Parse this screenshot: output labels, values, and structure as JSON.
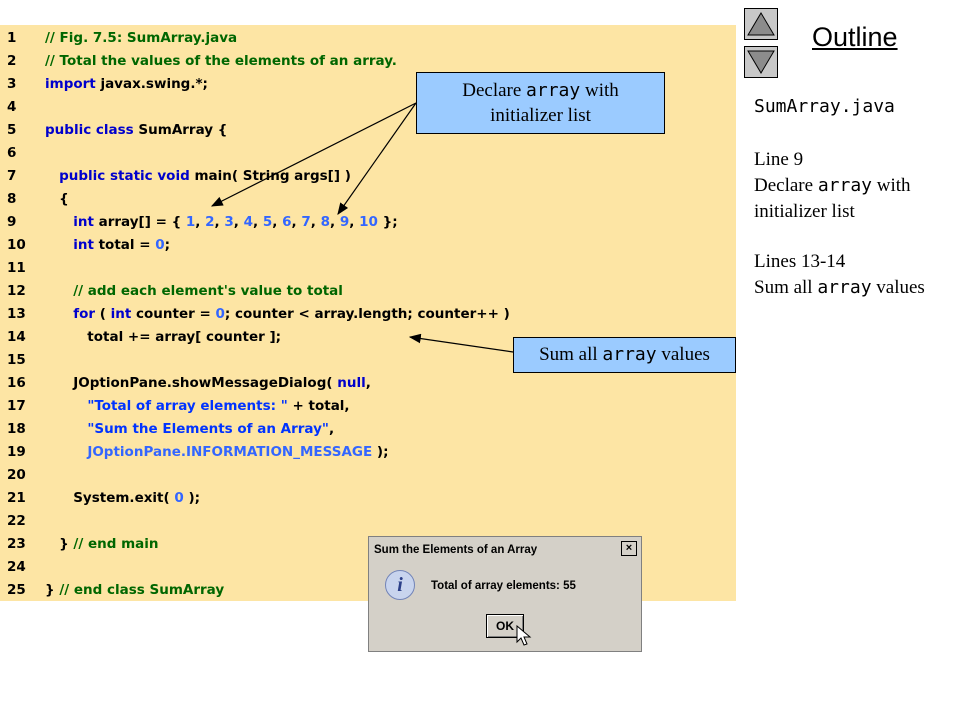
{
  "code": {
    "lines": [
      {
        "n": "1",
        "parts": [
          {
            "t": "// Fig. 7.5: SumArray.java",
            "c": "cm"
          }
        ]
      },
      {
        "n": "2",
        "parts": [
          {
            "t": "// Total the values of the elements of an array.",
            "c": "cm"
          }
        ]
      },
      {
        "n": "3",
        "parts": [
          {
            "t": "import",
            "c": "kw"
          },
          {
            "t": " javax.swing.*;",
            "c": "tx"
          }
        ]
      },
      {
        "n": "4",
        "parts": []
      },
      {
        "n": "5",
        "parts": [
          {
            "t": "public class",
            "c": "kw"
          },
          {
            "t": " SumArray {",
            "c": "tx"
          }
        ]
      },
      {
        "n": "6",
        "parts": []
      },
      {
        "n": "7",
        "parts": [
          {
            "t": "   ",
            "c": "tx"
          },
          {
            "t": "public static void",
            "c": "kw"
          },
          {
            "t": " main( String args[] )",
            "c": "tx"
          }
        ]
      },
      {
        "n": "8",
        "parts": [
          {
            "t": "   {",
            "c": "tx"
          }
        ]
      },
      {
        "n": "9",
        "parts": [
          {
            "t": "      ",
            "c": "tx"
          },
          {
            "t": "int",
            "c": "kw"
          },
          {
            "t": " array[] = { ",
            "c": "tx"
          },
          {
            "t": "1",
            "c": "nm"
          },
          {
            "t": ", ",
            "c": "tx"
          },
          {
            "t": "2",
            "c": "nm"
          },
          {
            "t": ", ",
            "c": "tx"
          },
          {
            "t": "3",
            "c": "nm"
          },
          {
            "t": ", ",
            "c": "tx"
          },
          {
            "t": "4",
            "c": "nm"
          },
          {
            "t": ", ",
            "c": "tx"
          },
          {
            "t": "5",
            "c": "nm"
          },
          {
            "t": ", ",
            "c": "tx"
          },
          {
            "t": "6",
            "c": "nm"
          },
          {
            "t": ", ",
            "c": "tx"
          },
          {
            "t": "7",
            "c": "nm"
          },
          {
            "t": ", ",
            "c": "tx"
          },
          {
            "t": "8",
            "c": "nm"
          },
          {
            "t": ", ",
            "c": "tx"
          },
          {
            "t": "9",
            "c": "nm"
          },
          {
            "t": ", ",
            "c": "tx"
          },
          {
            "t": "10",
            "c": "nm"
          },
          {
            "t": " };",
            "c": "tx"
          }
        ]
      },
      {
        "n": "10",
        "parts": [
          {
            "t": "      ",
            "c": "tx"
          },
          {
            "t": "int",
            "c": "kw"
          },
          {
            "t": " total = ",
            "c": "tx"
          },
          {
            "t": "0",
            "c": "nm"
          },
          {
            "t": ";",
            "c": "tx"
          }
        ]
      },
      {
        "n": "11",
        "parts": []
      },
      {
        "n": "12",
        "parts": [
          {
            "t": "      // add each element's value to total",
            "c": "cm"
          }
        ]
      },
      {
        "n": "13",
        "parts": [
          {
            "t": "      ",
            "c": "tx"
          },
          {
            "t": "for",
            "c": "kw"
          },
          {
            "t": " ( ",
            "c": "tx"
          },
          {
            "t": "int",
            "c": "kw"
          },
          {
            "t": " counter = ",
            "c": "tx"
          },
          {
            "t": "0",
            "c": "nm"
          },
          {
            "t": "; counter < array.length; counter++ )",
            "c": "tx"
          }
        ]
      },
      {
        "n": "14",
        "parts": [
          {
            "t": "         total += array[ counter ];",
            "c": "tx"
          }
        ]
      },
      {
        "n": "15",
        "parts": []
      },
      {
        "n": "16",
        "parts": [
          {
            "t": "      JOptionPane.showMessageDialog( ",
            "c": "tx"
          },
          {
            "t": "null",
            "c": "kw"
          },
          {
            "t": ",",
            "c": "tx"
          }
        ]
      },
      {
        "n": "17",
        "parts": [
          {
            "t": "         ",
            "c": "tx"
          },
          {
            "t": "\"Total of array elements: \"",
            "c": "st"
          },
          {
            "t": " + total,",
            "c": "tx"
          }
        ]
      },
      {
        "n": "18",
        "parts": [
          {
            "t": "         ",
            "c": "tx"
          },
          {
            "t": "\"Sum the Elements of an Array\"",
            "c": "st"
          },
          {
            "t": ",",
            "c": "tx"
          }
        ]
      },
      {
        "n": "19",
        "parts": [
          {
            "t": "         ",
            "c": "tx"
          },
          {
            "t": "JOptionPane.INFORMATION_MESSAGE",
            "c": "nm"
          },
          {
            "t": " );",
            "c": "tx"
          }
        ]
      },
      {
        "n": "20",
        "parts": []
      },
      {
        "n": "21",
        "parts": [
          {
            "t": "      System.exit( ",
            "c": "tx"
          },
          {
            "t": "0",
            "c": "nm"
          },
          {
            "t": " );",
            "c": "tx"
          }
        ]
      },
      {
        "n": "22",
        "parts": []
      },
      {
        "n": "23",
        "parts": [
          {
            "t": "   } ",
            "c": "tx"
          },
          {
            "t": "// end main",
            "c": "cm"
          }
        ]
      },
      {
        "n": "24",
        "parts": []
      },
      {
        "n": "25",
        "parts": [
          {
            "t": "} ",
            "c": "tx"
          },
          {
            "t": "// end class SumArray",
            "c": "cm"
          }
        ]
      }
    ]
  },
  "callouts": {
    "declare": {
      "pre": "Declare ",
      "mono": "array",
      "post": " with",
      "line2": "initializer list"
    },
    "sum": {
      "pre": "Sum all ",
      "mono": "array",
      "post": " values"
    }
  },
  "sidebar": {
    "title": "Outline",
    "file": "SumArray.java",
    "note1": {
      "line": "Line 9",
      "pre": "Declare ",
      "mono": "array",
      "post": " with",
      "line3": "initializer list"
    },
    "note2": {
      "line": "Lines 13-14",
      "pre": "Sum all ",
      "mono": "array",
      "post": " values"
    }
  },
  "dialog": {
    "title": "Sum the Elements of an Array",
    "close": "×",
    "icon": "i",
    "message": "Total of array elements: 55",
    "ok": "OK"
  },
  "icons": {
    "prev": "triangle-up-icon",
    "next": "triangle-down-icon",
    "info": "info-icon",
    "cursor": "mouse-cursor-icon"
  },
  "colors": {
    "code_bg": "#fde5a4",
    "callout_bg": "#9bcbff",
    "comment": "#006600",
    "keyword": "#0000cc",
    "string": "#0033ff"
  }
}
